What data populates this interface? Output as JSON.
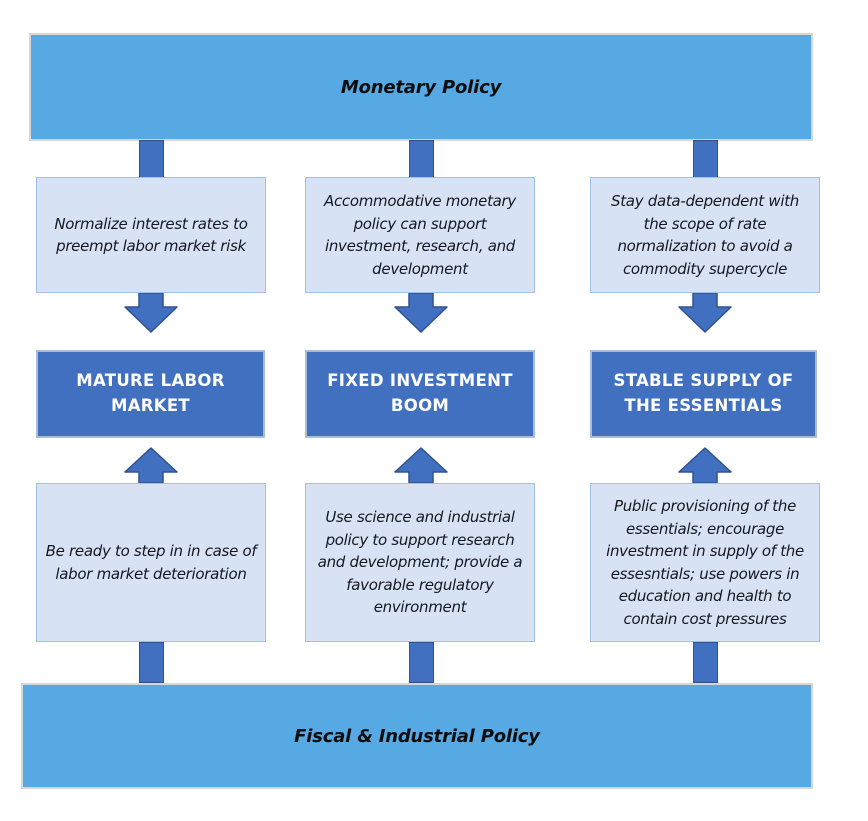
{
  "diagram": {
    "top_banner": {
      "label": "Monetary Policy"
    },
    "bottom_banner": {
      "label": "Fiscal & Industrial Policy"
    },
    "columns": [
      {
        "top_note": "Normalize interest rates to preempt labor market risk",
        "outcome": "MATURE LABOR MARKET",
        "bottom_note": "Be ready to step in in case of labor market deterioration"
      },
      {
        "top_note": "Accommodative monetary policy can support investment, research, and development",
        "outcome": "FIXED INVESTMENT BOOM",
        "bottom_note": "Use science and industrial policy to support research and development; provide a favorable regulatory environment"
      },
      {
        "top_note": "Stay data-dependent with the scope of rate normalization to avoid a commodity supercycle",
        "outcome": "STABLE SUPPLY OF THE ESSENTIALS",
        "bottom_note": "Public provisioning of the essentials; encourage investment in supply of the essesntials; use powers in education and health to contain cost pressures"
      }
    ],
    "colors": {
      "banner_fill": "#57A9E3",
      "outcome_fill": "#4170C0",
      "note_fill": "#D7E2F5",
      "note_border": "#9FC0E7",
      "arrow_fill": "#4170C0",
      "arrow_stroke": "#2F528F"
    }
  }
}
